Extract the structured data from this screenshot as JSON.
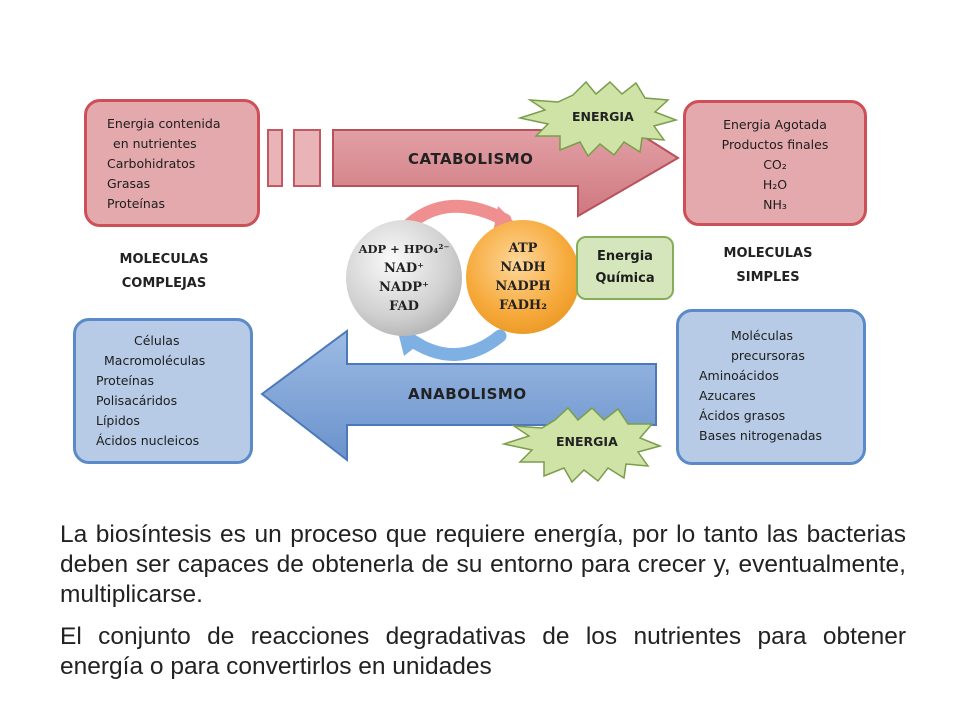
{
  "catabolism_source": {
    "lines": [
      "Energia contenida",
      "en nutrientes",
      "Carbohidratos",
      "Grasas",
      "Proteínas"
    ]
  },
  "catabolism_products": {
    "lines": [
      "Energia Agotada",
      "Productos finales",
      "CO₂",
      "H₂O",
      "NH₃"
    ]
  },
  "label_complex": [
    "MOLECULAS",
    "COMPLEJAS"
  ],
  "label_simple": [
    "MOLECULAS",
    "SIMPLES"
  ],
  "arrow_catabolism": "CATABOLISMO",
  "arrow_anabolism": "ANABOLISMO",
  "energy_top": "ENERGIA",
  "energy_bottom": "ENERGIA",
  "chemical_energy": [
    "Energia",
    "Química"
  ],
  "grey_circle": [
    "ADP + HPO₄²⁻",
    "NAD⁺",
    "NADP⁺",
    "FAD"
  ],
  "orange_circle": [
    "ATP",
    "NADH",
    "NADPH",
    "FADH₂"
  ],
  "anabolism_products": {
    "lines": [
      "Células",
      "Macromoléculas",
      "Proteínas",
      "Polisacáridos",
      "Lípidos",
      "Ácidos nucleicos"
    ]
  },
  "anabolism_source": {
    "lines": [
      "Moléculas",
      "precursoras",
      "Aminoácidos",
      "Azucares",
      "Ácidos grasos",
      "Bases nitrogenadas"
    ]
  },
  "colors": {
    "catabolism_arrow": "#d98a8f",
    "anabolism_arrow": "#7fa3d6",
    "energy_star": "#cfe3a6",
    "pink_box": "#e4a9ad",
    "blue_box": "#b7cbe6"
  },
  "paragraphs": [
    "La biosíntesis es un proceso que requiere energía, por lo tanto las bacterias deben ser capaces de obtenerla de su entorno para crecer y, eventualmente, multiplicarse.",
    "El conjunto de reacciones degradativas de los nutrientes para obtener energía o para convertirlos en unidades"
  ]
}
